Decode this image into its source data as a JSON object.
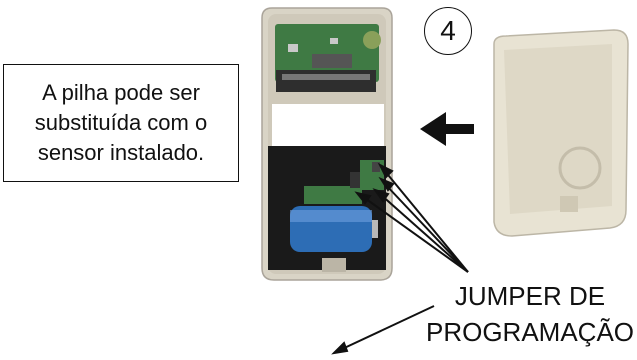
{
  "note": {
    "line1": "A pilha pode ser",
    "line2": "substituída com o",
    "line3": "sensor instalado."
  },
  "step_number": "4",
  "jumper_label": {
    "line1": "JUMPER DE",
    "line2": "PROGRAMAÇÃO"
  },
  "colors": {
    "housing": "#d9d4c6",
    "cover": "#e8e3d3",
    "pcb": "#3f7a44",
    "battery": "#2d6db5",
    "black_holder": "#1a1a1a"
  }
}
